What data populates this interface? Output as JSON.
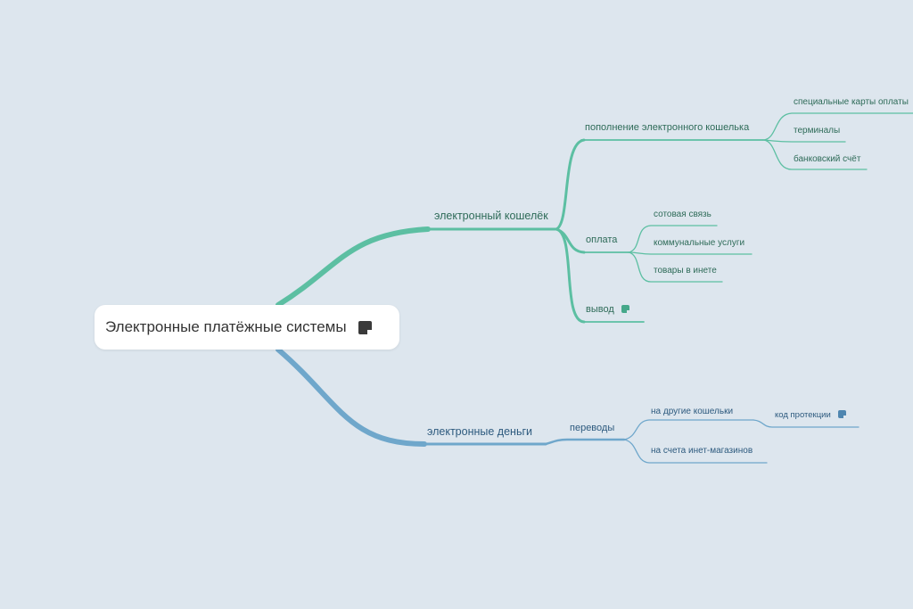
{
  "root": {
    "label": "Электронные платёжные системы",
    "icon": "note-icon"
  },
  "colors": {
    "background": "#dde6ee",
    "green_branch": "#5cbfa2",
    "blue_branch": "#6fa7cb"
  },
  "branches": {
    "wallet": {
      "label": "электронный кошелёк",
      "topup": {
        "label": "пополнение электронного кошелька",
        "children": [
          "специальные карты оплаты",
          "терминалы",
          "банковский счёт"
        ]
      },
      "payment": {
        "label": "оплата",
        "children": [
          "сотовая связь",
          "коммунальные услуги",
          "товары в инете"
        ]
      },
      "withdraw": {
        "label": "вывод",
        "icon": "note-icon"
      }
    },
    "emoney": {
      "label": "электронные деньги",
      "transfers": {
        "label": "переводы",
        "other_wallets": {
          "label": "на другие кошельки"
        },
        "protection_code": {
          "label": "код протекции",
          "icon": "note-icon"
        },
        "shop_accounts": {
          "label": "на счета инет-магазинов"
        }
      }
    }
  }
}
